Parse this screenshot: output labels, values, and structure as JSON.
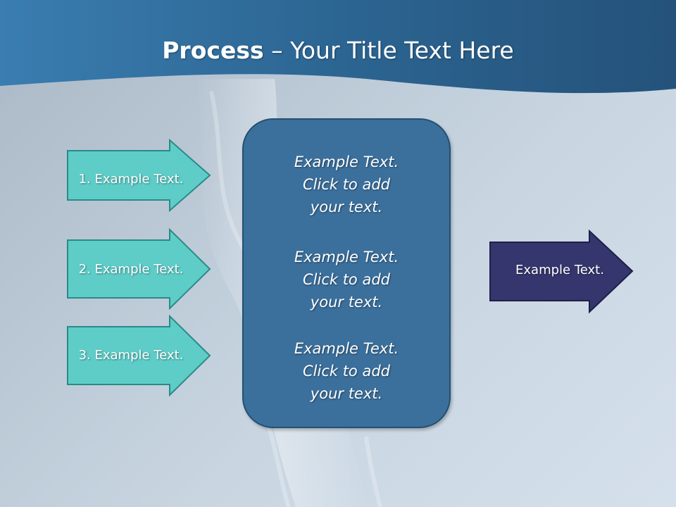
{
  "slide": {
    "title_bold": "Process",
    "title_rest": " – Your Title Text Here",
    "left_arrows": [
      {
        "label": "1. Example Text."
      },
      {
        "label": "2. Example Text."
      },
      {
        "label": "3. Example Text."
      }
    ],
    "center_box": {
      "paragraphs": [
        [
          "Example Text.",
          "Click  to add",
          "your text."
        ],
        [
          "Example Text.",
          "Click  to add",
          "your text."
        ],
        [
          "Example Text.",
          "Click  to add",
          "your text."
        ]
      ]
    },
    "right_arrow": {
      "label": "Example Text."
    }
  },
  "colors": {
    "header_blue": "#2f6b99",
    "teal_arrow": "#5ecdc8",
    "teal_border": "#2b8a86",
    "box_blue": "#3b709d",
    "navy_arrow": "#35366e"
  }
}
